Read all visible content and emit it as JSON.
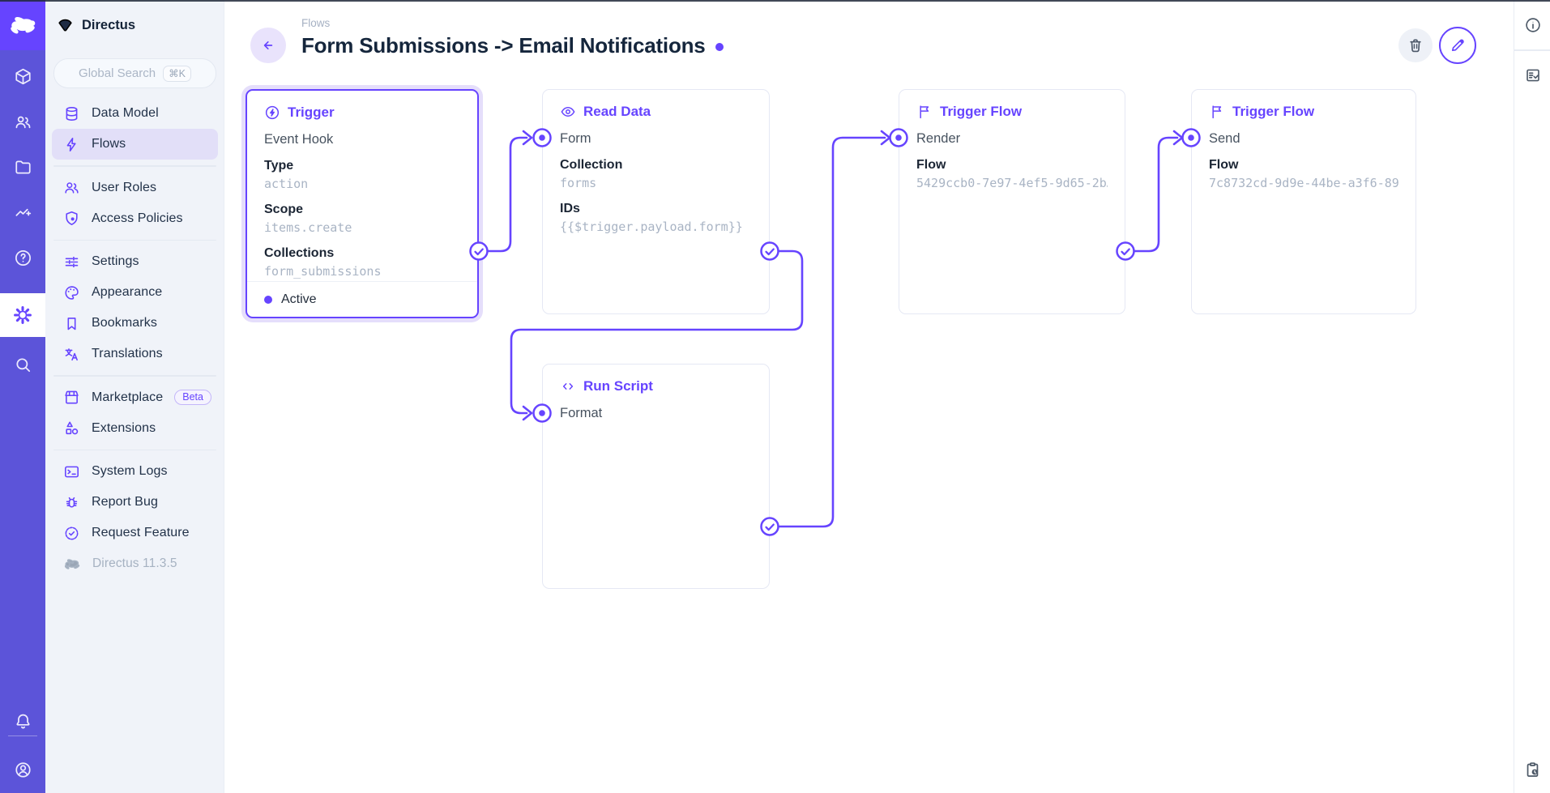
{
  "app": {
    "name": "Directus"
  },
  "module_bar": {
    "icons": [
      "rabbit-logo",
      "box",
      "people",
      "folder",
      "insights",
      "help",
      "settings",
      "search",
      "bell",
      "account"
    ],
    "active_module": "settings"
  },
  "nav": {
    "project_name": "Directus",
    "search_placeholder": "Global Search",
    "search_shortcut": "⌘K",
    "items": [
      {
        "label": "Data Model",
        "icon": "database-icon"
      },
      {
        "label": "Flows",
        "icon": "bolt-icon",
        "active": true
      },
      {
        "label": "User Roles",
        "icon": "people-icon"
      },
      {
        "label": "Access Policies",
        "icon": "shield-lock-icon"
      },
      {
        "label": "Settings",
        "icon": "tune-icon"
      },
      {
        "label": "Appearance",
        "icon": "palette-icon"
      },
      {
        "label": "Bookmarks",
        "icon": "bookmark-icon"
      },
      {
        "label": "Translations",
        "icon": "translate-icon"
      },
      {
        "label": "Marketplace",
        "icon": "storefront-icon",
        "badge": "Beta"
      },
      {
        "label": "Extensions",
        "icon": "shapes-icon"
      },
      {
        "label": "System Logs",
        "icon": "terminal-icon"
      },
      {
        "label": "Report Bug",
        "icon": "bug-icon"
      },
      {
        "label": "Request Feature",
        "icon": "seal-check-icon"
      }
    ],
    "version_label": "Directus 11.3.5"
  },
  "header": {
    "breadcrumb": "Flows",
    "title": "Form Submissions -> Email Notifications"
  },
  "right_bar": {
    "icons": [
      "info-icon",
      "notices-icon",
      "revisions-icon"
    ]
  },
  "canvas": {
    "cards": [
      {
        "type_label": "Trigger",
        "icon": "bolt-circle-icon",
        "name": "Event Hook",
        "status": "Active",
        "fields": [
          {
            "label": "Type",
            "value": "action"
          },
          {
            "label": "Scope",
            "value": "items.create"
          },
          {
            "label": "Collections",
            "value": "form_submissions"
          }
        ]
      },
      {
        "type_label": "Read Data",
        "icon": "eye-icon",
        "name": "Form",
        "fields": [
          {
            "label": "Collection",
            "value": "forms"
          },
          {
            "label": "IDs",
            "value": "{{$trigger.payload.form}}"
          }
        ]
      },
      {
        "type_label": "Trigger Flow",
        "icon": "flag-icon",
        "name": "Render",
        "fields": [
          {
            "label": "Flow",
            "value": "5429ccb0-7e97-4ef5-9d65-2b…"
          }
        ]
      },
      {
        "type_label": "Trigger Flow",
        "icon": "flag-icon",
        "name": "Send",
        "fields": [
          {
            "label": "Flow",
            "value": "7c8732cd-9d9e-44be-a3f6-89…"
          }
        ]
      },
      {
        "type_label": "Run Script",
        "icon": "code-icon",
        "name": "Format",
        "fields": []
      }
    ]
  },
  "colors": {
    "accent": "#6644FF",
    "module_bar_bg": "#5C54D9",
    "logo_bg": "#6644FF",
    "nav_bg": "#F0F3F9",
    "active_item_bg": "#E2DFF8",
    "title_text": "#15263C",
    "value_text": "#A9B4C4"
  }
}
